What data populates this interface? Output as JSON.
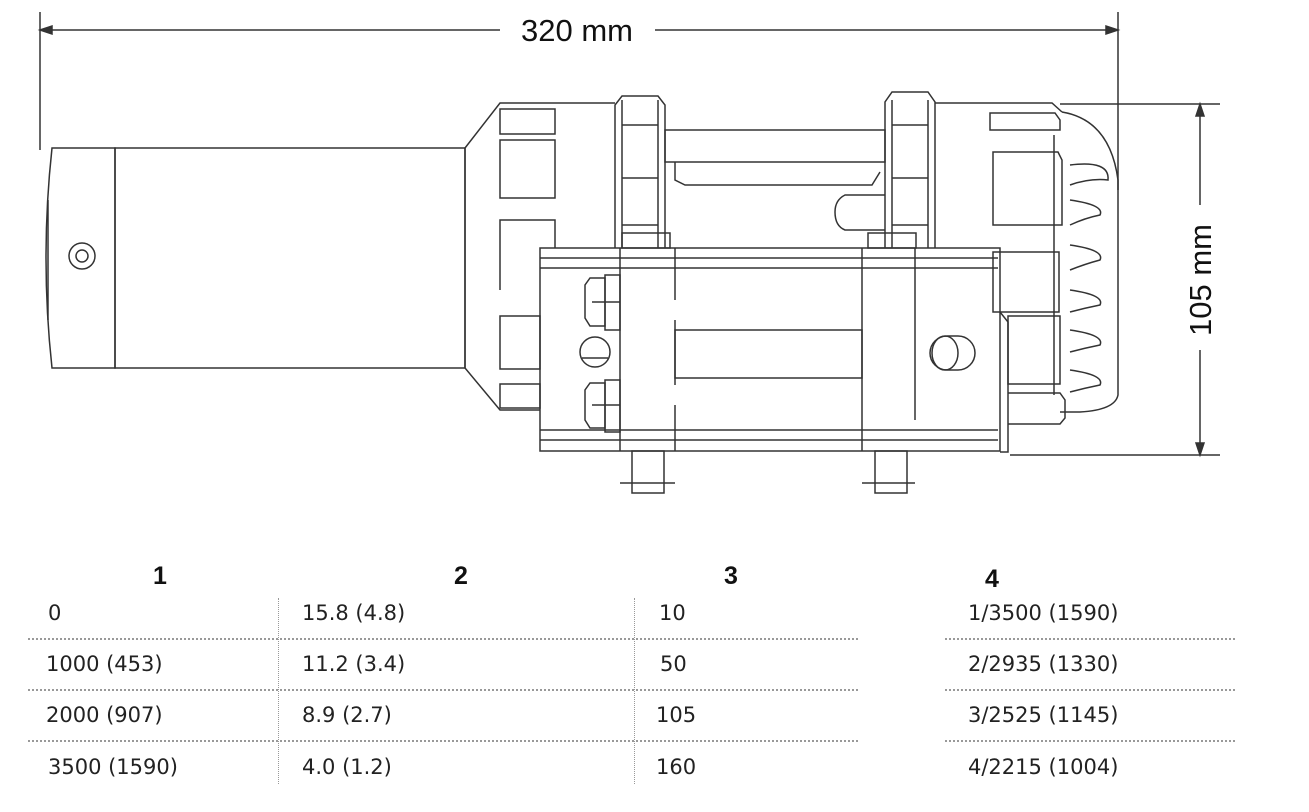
{
  "diagram": {
    "width_label": "320 mm",
    "height_label": "105 mm"
  },
  "table": {
    "headers": [
      "1",
      "2",
      "3",
      "4"
    ],
    "rows": [
      [
        "0",
        "15.8 (4.8)",
        "10",
        "1/3500 (1590)"
      ],
      [
        "1000 (453)",
        "11.2 (3.4)",
        "50",
        "2/2935 (1330)"
      ],
      [
        "2000 (907)",
        "8.9 (2.7)",
        "105",
        "3/2525 (1145)"
      ],
      [
        "3500 (1590)",
        "4.0 (1.2)",
        "160",
        "4/2215 (1004)"
      ]
    ]
  }
}
